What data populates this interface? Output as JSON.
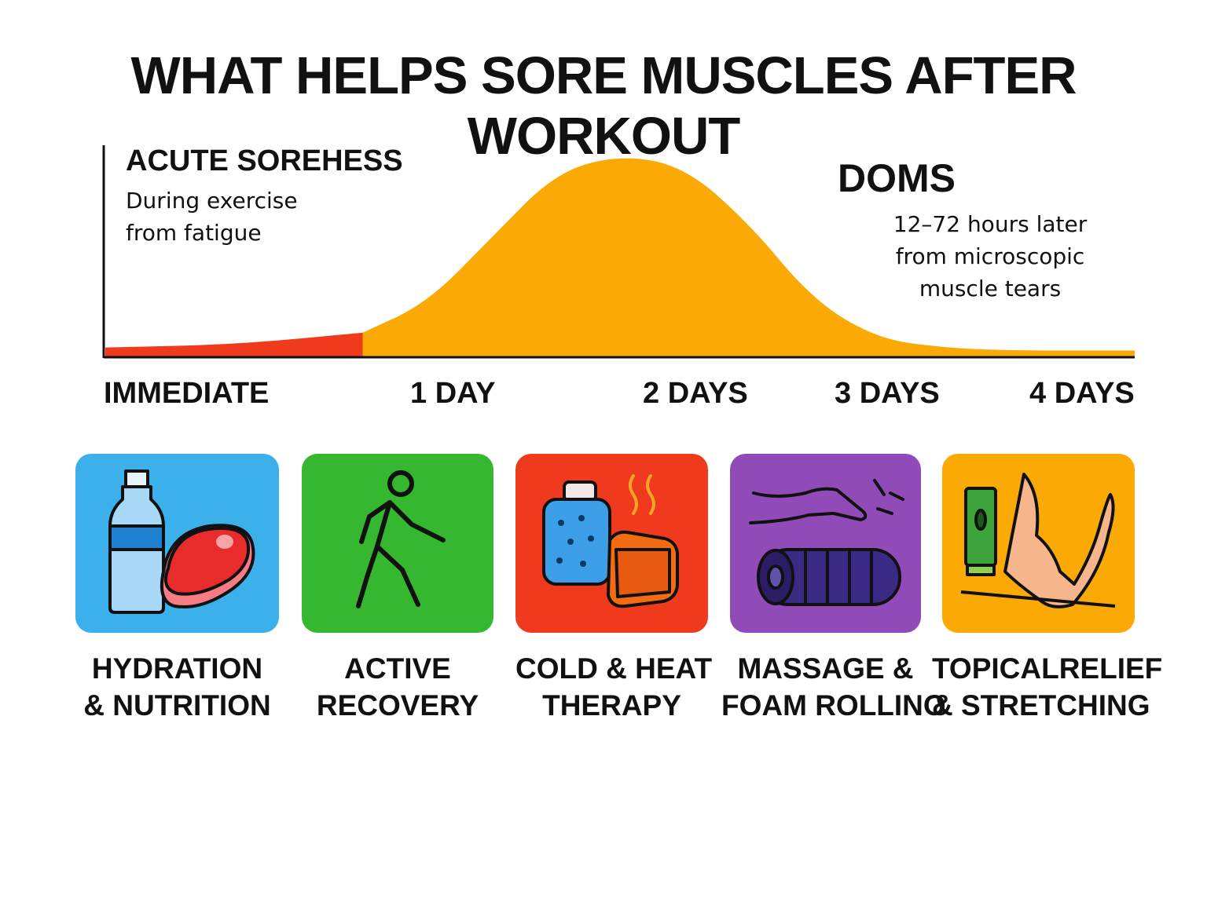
{
  "title": "WHAT HELPS SORE MUSCLES AFTER WORKOUT",
  "chart_data": {
    "type": "area",
    "x_unit": "days after workout",
    "xlim": [
      0,
      4
    ],
    "x": [
      0,
      0.5,
      1,
      1.25,
      1.5,
      1.75,
      2,
      2.25,
      2.5,
      2.75,
      3,
      3.25,
      3.5,
      4
    ],
    "y": [
      3,
      4,
      8,
      18,
      40,
      62,
      68,
      64,
      45,
      19,
      6,
      3,
      2,
      2
    ],
    "ylim": [
      0,
      72
    ],
    "tick_labels": [
      "IMMEDIATE",
      "1 DAY",
      "2 DAYS",
      "3 DAYS",
      "4 DAYS"
    ],
    "phases": [
      {
        "name": "ACUTE SOREHESS",
        "desc": [
          "During exercise",
          "from fatigue"
        ],
        "x_range": [
          0,
          1
        ],
        "color": "#f03a1e"
      },
      {
        "name": "DOMS",
        "desc": [
          "12–72 hours later",
          "from microscopic",
          "muscle tears"
        ],
        "x_range": [
          1,
          4
        ],
        "color": "#fba905"
      }
    ]
  },
  "remedies": [
    {
      "lines": [
        "HYDRATION",
        "& NUTRITION"
      ],
      "color": "#3cb0ea",
      "icon": "water-bottle-steak-icon"
    },
    {
      "lines": [
        "ACTIVE",
        "RECOVERY"
      ],
      "color": "#35b82f",
      "icon": "walking-person-icon"
    },
    {
      "lines": [
        "COLD & HEAT",
        "THERAPY"
      ],
      "color": "#f03a1e",
      "icon": "ice-pack-heat-pad-icon"
    },
    {
      "lines": [
        "MASSAGE &",
        "FOAM ROLLINO"
      ],
      "color": "#914bb8",
      "icon": "hand-foam-roller-icon"
    },
    {
      "lines": [
        "TOPICALRELIEF",
        "& STRETCHING"
      ],
      "color": "#fba905",
      "icon": "cream-tube-legs-icon"
    }
  ]
}
